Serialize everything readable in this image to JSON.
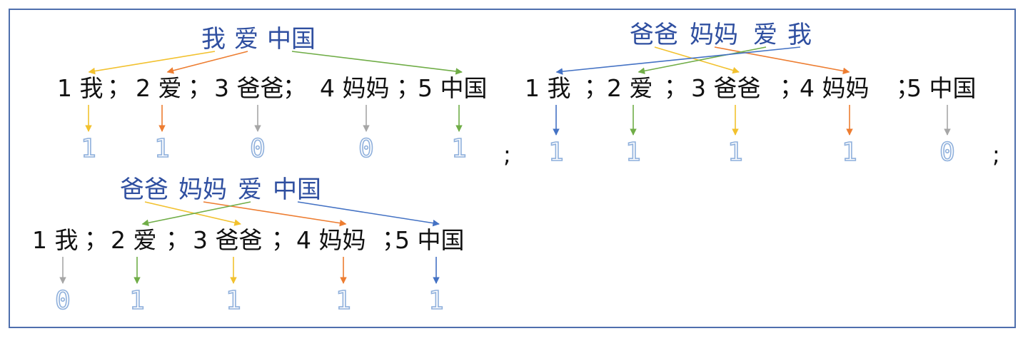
{
  "vocabulary": [
    {
      "index": "1",
      "word": "我"
    },
    {
      "index": "2",
      "word": "爱"
    },
    {
      "index": "3",
      "word": "爸爸"
    },
    {
      "index": "4",
      "word": "妈妈"
    },
    {
      "index": "5",
      "word": "中国"
    }
  ],
  "examples": [
    {
      "sentence_tokens": [
        "我",
        "爱",
        "中国"
      ],
      "mapping": [
        0,
        1,
        4
      ],
      "vector": [
        "1",
        "1",
        "0",
        "0",
        "1"
      ],
      "trailing_separator": ";"
    },
    {
      "sentence_tokens": [
        "爸爸",
        "妈妈",
        "爱",
        "我"
      ],
      "mapping": [
        2,
        3,
        1,
        0
      ],
      "vector": [
        "1",
        "1",
        "1",
        "1",
        "0"
      ],
      "trailing_separator": ";"
    },
    {
      "sentence_tokens": [
        "爸爸",
        "妈妈",
        "爱",
        "中国"
      ],
      "mapping": [
        2,
        3,
        1,
        4
      ],
      "vector": [
        "0",
        "1",
        "1",
        "1",
        "1"
      ],
      "trailing_separator": ""
    }
  ],
  "separator": "；",
  "arrow_colors": [
    "#f2c12e",
    "#ed7d31",
    "#70ad47",
    "#4472c4"
  ],
  "inactive_arrow_color": "#a6a6a6"
}
